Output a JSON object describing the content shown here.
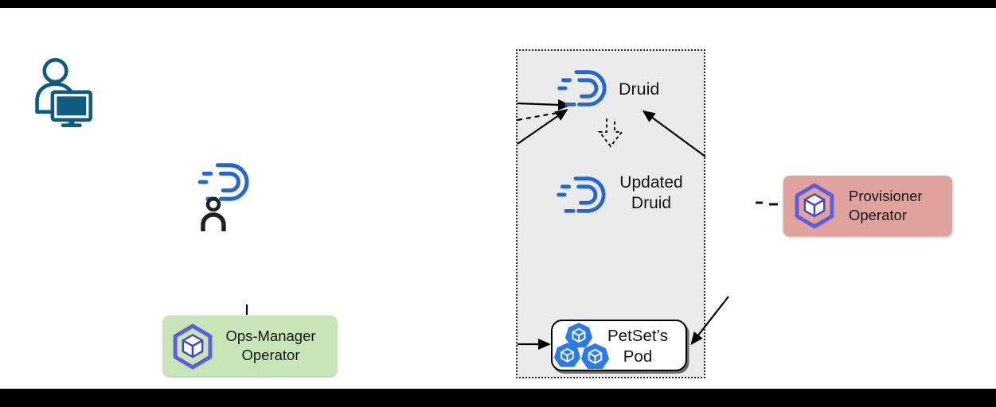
{
  "diagram": {
    "cluster": {
      "druid_label": "Druid",
      "updated_druid_label": "Updated Druid",
      "petset_pod_label": "PetSet’s Pod"
    },
    "operators": {
      "ops_manager_label": "Ops-Manager Operator",
      "provisioner_label": "Provisioner Operator"
    },
    "icons": {
      "user": "user-at-computer-icon",
      "druid_custom_resource": "druid-logo-with-person-icon",
      "druid_logo": "druid-logo-icon",
      "operator": "operator-cube-in-hexagon-icon",
      "pod": "kubernetes-pod-cube-icon",
      "update_arrow": "dashed-hollow-down-arrow-icon"
    },
    "colors": {
      "druid_blue": "#2766cc",
      "pod_blue": "#2b7ae8",
      "user_blue": "#0f5b80",
      "person_gray": "#212121",
      "cluster_background": "#ebebeb",
      "ops_manager_background": "#c8e5b8",
      "provisioner_background": "#dfa29c",
      "operator_indigo": "#5b5ee0",
      "operator_edge_indigo": "#4547c5",
      "arrow_black": "#000000",
      "letterbox_black": "#000000"
    }
  }
}
